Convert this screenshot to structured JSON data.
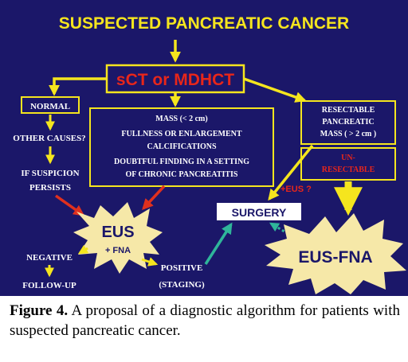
{
  "diagram": {
    "title": "SUSPECTED PANCREATIC CANCER",
    "imaging": "sCT or MDHCT",
    "normal": "NORMAL",
    "other_causes": "OTHER CAUSES?",
    "suspicion_line1": "IF SUSPICION",
    "suspicion_line2": "PERSISTS",
    "mass_small": "MASS (< 2 cm)",
    "fullness_line1": "FULLNESS  OR ENLARGEMENT",
    "fullness_line2": "CALCIFICATIONS",
    "doubtful_line1": "DOUBTFUL FINDING  IN A SETTING",
    "doubtful_line2": "OF CHRONIC PANCREATITIS",
    "resectable_line1": "RESECTABLE",
    "resectable_line2": "PANCREATIC",
    "resectable_line3": "MASS ( > 2 cm )",
    "unresectable_line1": "UN-",
    "unresectable_line2": "RESECTABLE",
    "surgery": "SURGERY",
    "plus_eus": "+EUS ?",
    "question": "?",
    "eus": "EUS",
    "eus_fna": "+ FNA",
    "negative": "NEGATIVE",
    "follow_up": "FOLLOW-UP",
    "positive": "POSITIVE",
    "staging": "(STAGING)",
    "eus_fna_burst": "EUS-FNA"
  },
  "caption": {
    "label": "Figure 4.",
    "text": " A proposal of a diagnostic algorithm for patients with suspected pancreatic cancer."
  },
  "colors": {
    "background": "#1b1769",
    "yellow": "#f5e51e",
    "red": "#e0301e",
    "teal": "#2fb59a",
    "burst": "#f6e8a8"
  }
}
